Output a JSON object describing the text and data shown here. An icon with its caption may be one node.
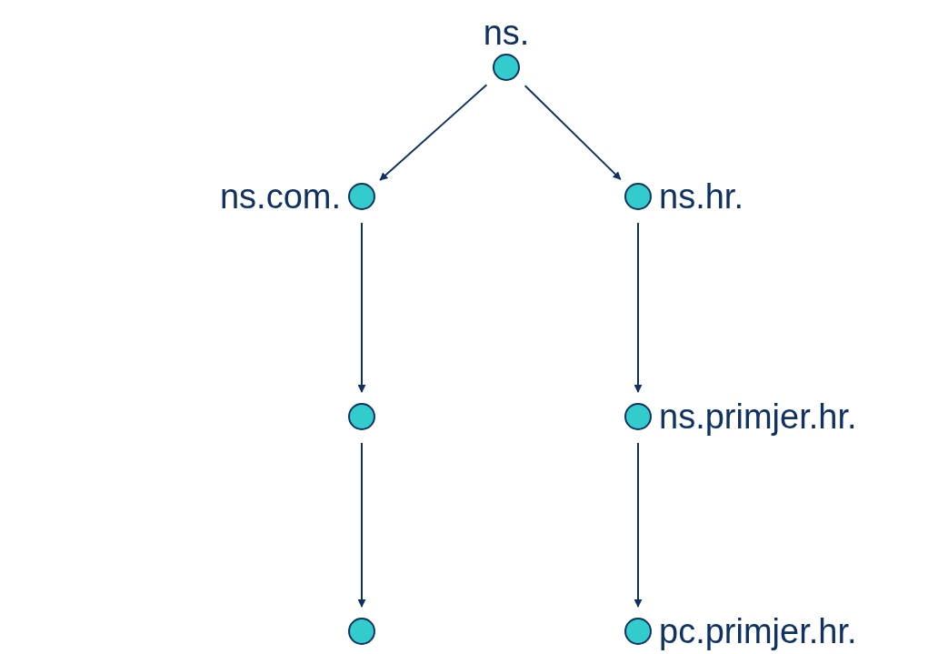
{
  "diagram": {
    "nodes": [
      {
        "text": [],
        "shape": "circle",
        "beside": [
          "ns."
        ]
      },
      {
        "text": [],
        "shape": "circle",
        "beside": [
          "ns.com."
        ]
      },
      {
        "text": [],
        "shape": "circle",
        "beside": [
          "ns.hr."
        ]
      },
      {
        "text": [],
        "shape": "circle"
      },
      {
        "text": [],
        "shape": "circle",
        "beside": [
          "ns.primjer.hr."
        ]
      },
      {
        "text": [],
        "shape": "circle"
      },
      {
        "text": [],
        "shape": "circle",
        "beside": [
          "pc.primjer.hr."
        ]
      }
    ],
    "edges": [
      {
        "from": 0,
        "to": 1,
        "arrow": "to"
      },
      {
        "from": 0,
        "to": 2,
        "arrow": "to"
      },
      {
        "from": 1,
        "to": 3,
        "arrow": "to"
      },
      {
        "from": 2,
        "to": 4,
        "arrow": "to"
      },
      {
        "from": 3,
        "to": 5,
        "arrow": "to"
      },
      {
        "from": 4,
        "to": 6,
        "arrow": "to"
      }
    ]
  }
}
